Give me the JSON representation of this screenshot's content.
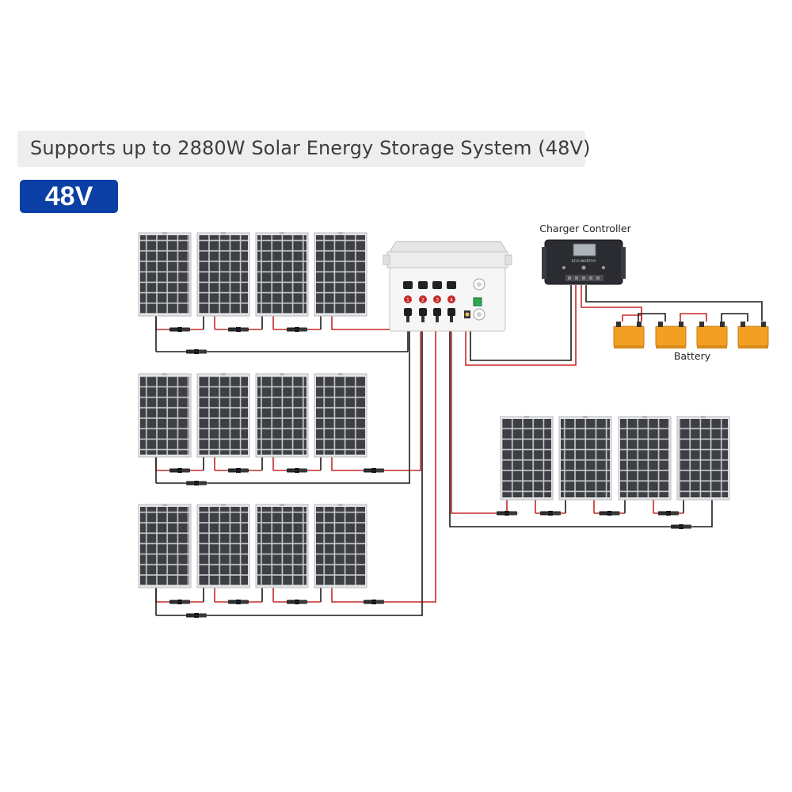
{
  "header": {
    "title": "Supports up to 2880W Solar Energy Storage System (48V)",
    "badge": "48V"
  },
  "controller": {
    "label": "Charger Controller",
    "brand": "ECO-WORTHY"
  },
  "battery": {
    "label": "Battery",
    "count": 4
  },
  "combiner": {
    "port_labels": [
      "1",
      "2",
      "3",
      "4"
    ]
  },
  "arrays": {
    "panels_per_array": 4,
    "array_count": 4
  },
  "colors": {
    "badge": "#0b3fa6",
    "positive_wire": "#c62828",
    "negative_wire": "#1a1a1a",
    "panel_cell": "#3d3f44",
    "battery": "#f2a024"
  }
}
